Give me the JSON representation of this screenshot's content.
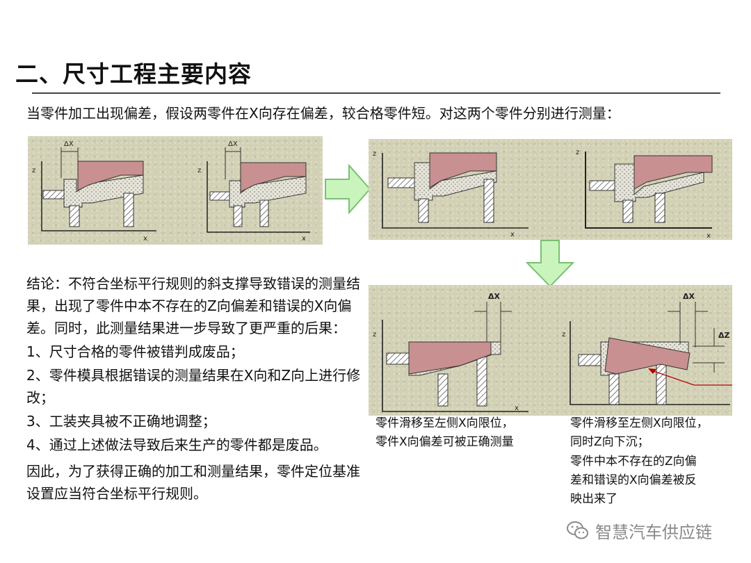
{
  "title": "二、尺寸工程主要内容",
  "intro": "当零件加工出现偏差，假设两零件在X向存在偏差，较合格零件短。对这两个零件分别进行测量：",
  "axis_labels": {
    "z": "z",
    "x": "x",
    "delta_x": "ΔX",
    "delta_z": "ΔZ"
  },
  "conclusion": {
    "paragraph": "结论：不符合坐标平行规则的斜支撑导致错误的测量结果，出现了零件中本不存在的Z向偏差和错误的X向偏差。同时，此测量结果进一步导致了更严重的后果：",
    "items": [
      "1、尺寸合格的零件被错判成废品；",
      "2、零件模具根据错误的测量结果在X向和Z向上进行修改；",
      "3、工装夹具被不正确地调整；",
      "4、通过上述做法导致后来生产的零件都是废品。"
    ],
    "final": "因此，为了获得正确的加工和测量结果，零件定位基准设置应当符合坐标平行规则。"
  },
  "captions": {
    "left": [
      "零件滑移至左侧X向限位，",
      "零件X向偏差可被正确测量"
    ],
    "right_a": [
      "零件滑移至左侧X向限位，",
      "同时Z向下沉；"
    ],
    "right_b": [
      "零件中本不存在的Z向偏",
      "差和错误的X向偏差被反",
      "映出来了"
    ]
  },
  "watermark": "智慧汽车供应链",
  "colors": {
    "panel_bg": "#d3d1b5",
    "part_fill": "#c89090",
    "fixture_fill": "#e6e4d8",
    "arrow_fill": "#c9f5bd",
    "arrow_stroke": "#7bbf72",
    "pointer_red": "#b40000"
  }
}
